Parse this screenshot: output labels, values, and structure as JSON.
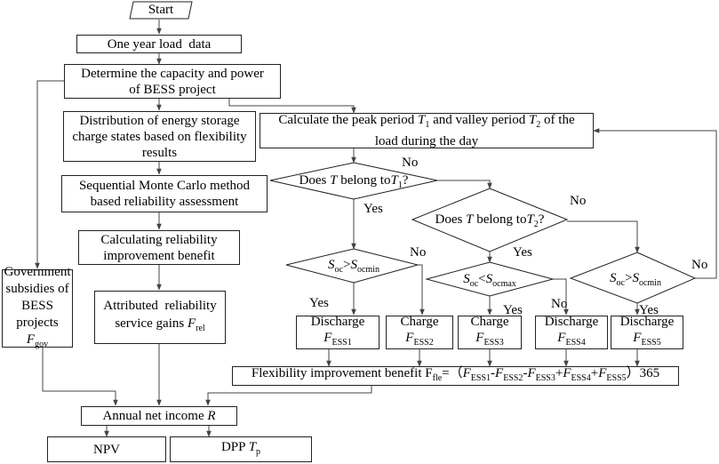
{
  "nodes": {
    "start": "Start",
    "load_data": "One year load  data",
    "capacity_1": "Determine the capacity and power",
    "capacity_2": "of BESS project",
    "distribution_1": "Distribution of energy storage",
    "distribution_2": "charge states based on flexibility",
    "distribution_3": "results",
    "monte_carlo_1": "Sequential Monte Carlo method",
    "monte_carlo_2": "based reliability assessment",
    "reliability_benefit_1": "Calculating reliability",
    "reliability_benefit_2": "improvement benefit",
    "gov_1": "Government",
    "gov_2": "subsidies of",
    "gov_3": "BESS",
    "gov_4_prefix": "projects ",
    "gov_4_var": "F",
    "gov_4_sub": "gov",
    "attributed_1": "Attributed  reliability",
    "attributed_2_prefix": "service gains ",
    "attributed_2_var": "F",
    "attributed_2_sub": "rel",
    "peak_1_a": "Calculate the peak period ",
    "peak_1_var1": "T",
    "peak_1_sub1": "1",
    "peak_1_b": " and valley period ",
    "peak_1_var2": "T",
    "peak_1_sub2": "2",
    "peak_1_c": " of the",
    "peak_2": "load during the day",
    "decision1_a": "Does ",
    "decision1_var": "T",
    "decision1_b": " belong to",
    "decision1_var2": "T",
    "decision1_sub": "1",
    "decision1_c": "?",
    "decision2_a": "Does ",
    "decision2_var": "T",
    "decision2_b": " belong to",
    "decision2_var2": "T",
    "decision2_sub": "2",
    "decision2_c": "?",
    "soc_s": "S",
    "soc_oc": "oc",
    "soc_gt": ">",
    "soc_lt": "<",
    "soc_ocmin": "ocmin",
    "soc_ocmax": "ocmax",
    "discharge": "Discharge",
    "charge": "Charge",
    "f_var": "F",
    "ess1": "ESS1",
    "ess2": "ESS2",
    "ess3": "ESS3",
    "ess4": "ESS4",
    "ess5": "ESS5",
    "flex_prefix": "Flexibility improvement benefit F",
    "flex_sub": "fle",
    "flex_eq": "=（",
    "flex_minus": "-",
    "flex_plus": "+",
    "flex_suffix": "）365",
    "net_income_prefix": "Annual net income ",
    "net_income_var": "R",
    "npv": "NPV",
    "dpp_prefix": "DPP ",
    "dpp_var": "T",
    "dpp_sub": "p"
  },
  "labels": {
    "yes": "Yes",
    "no": "No"
  }
}
